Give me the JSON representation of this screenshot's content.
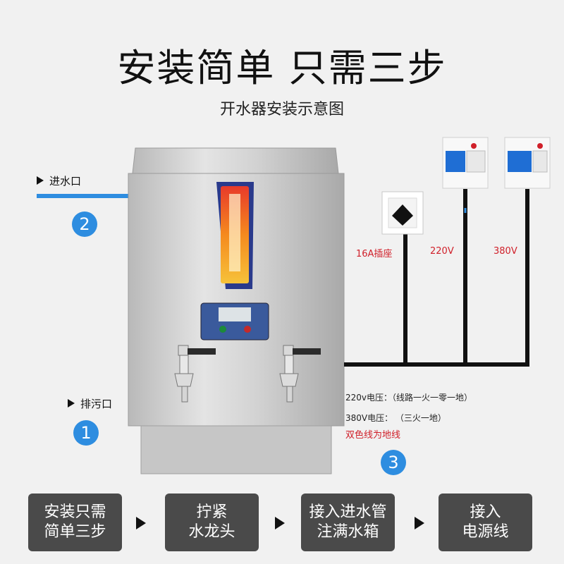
{
  "header": {
    "title": "安装简单 只需三步",
    "subtitle": "开水器安装示意图"
  },
  "labels": {
    "inlet": "进水口",
    "drain": "排污口",
    "socket": "16A插座",
    "v220": "220V",
    "v380": "380V"
  },
  "markers": [
    "2",
    "1",
    "3"
  ],
  "notes": {
    "line1": "220v电压：（线路一火一零一地）",
    "line2": "380V电压：  （三火一地）",
    "line3": "双色线为地线"
  },
  "steps": [
    {
      "line1": "安装只需",
      "line2": "简单三步"
    },
    {
      "line1": "拧紧",
      "line2": "水龙头"
    },
    {
      "line1": "接入进水管",
      "line2": "注满水箱"
    },
    {
      "line1": "接入",
      "line2": "电源线"
    }
  ],
  "colors": {
    "water_pipe": "#2e8de0",
    "marker_blue": "#2e8de0",
    "warning_red": "#d0202a",
    "step_box": "#4a4a4a"
  }
}
